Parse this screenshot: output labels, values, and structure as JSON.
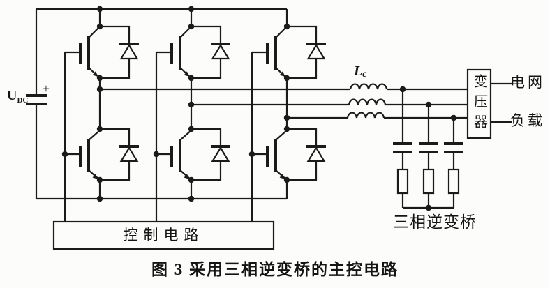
{
  "figure": {
    "caption": "图 3 采用三相逆变桥的主控电路"
  },
  "labels": {
    "dc_source": {
      "symbol": "U",
      "sub": "DC"
    },
    "dc_polarity": "+",
    "filter_inductor": {
      "symbol": "L",
      "sub": "c"
    },
    "transformer": "变压器",
    "grid": "电网",
    "load": "负载",
    "bridge_label": "三相逆变桥",
    "control_circuit": "控制电路"
  },
  "colors": {
    "line": "#1b1b1b",
    "background": "#fcfcfa"
  }
}
